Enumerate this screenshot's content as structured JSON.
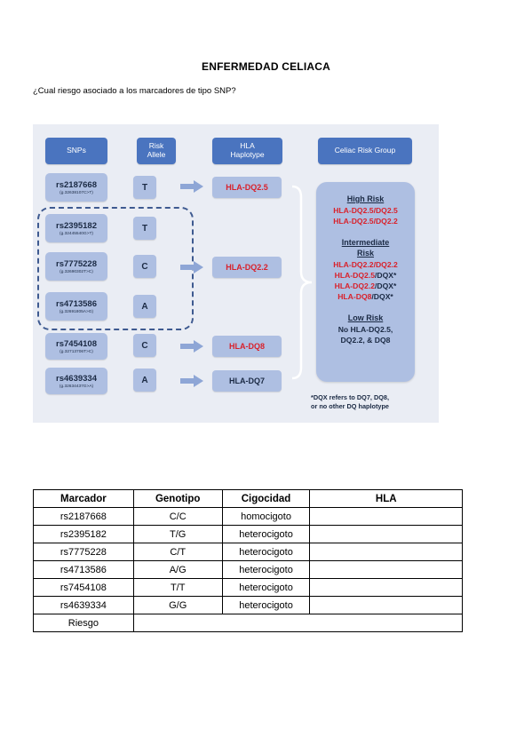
{
  "title": "ENFERMEDAD CELIACA",
  "question": "¿Cual riesgo asociado a los marcadores de tipo SNP?",
  "figure": {
    "headers": {
      "snps": "SNPs",
      "risk_allele": "Risk\nAllele",
      "hla_haplotype": "HLA\nHaplotype",
      "celiac_risk_group": "Celiac Risk Group"
    },
    "snps": [
      {
        "id": "rs2187668",
        "sub": "(g.32638107C>T)",
        "allele": "T"
      },
      {
        "id": "rs2395182",
        "sub": "(g.32445540G>T)",
        "allele": "T"
      },
      {
        "id": "rs7775228",
        "sub": "(g.32690302T>C)",
        "allele": "C"
      },
      {
        "id": "rs4713586",
        "sub": "(g.32691805A>G)",
        "allele": "A"
      },
      {
        "id": "rs7454108",
        "sub": "(g.32713706T>C)",
        "allele": "C"
      },
      {
        "id": "rs4639334",
        "sub": "(g.32634437G>A)",
        "allele": "A"
      }
    ],
    "haplotypes": {
      "dq25": "HLA-DQ2.5",
      "dq22": "HLA-DQ2.2",
      "dq8": "HLA-DQ8",
      "dq7": "HLA-DQ7"
    },
    "risk_panel": {
      "high_title": "High Risk",
      "high_1": "HLA-DQ2.5/DQ2.5",
      "high_2": "HLA-DQ2.5/DQ2.2",
      "intermediate_title_1": "Intermediate",
      "intermediate_title_2": "Risk",
      "int_1": "HLA-DQ2.2/DQ2.2",
      "int_2_red": "HLA-DQ2.5",
      "int_2_black": "/DQX*",
      "int_3_red": "HLA-DQ2.2",
      "int_3_black": "/DQX*",
      "int_4_red": "HLA-DQ8",
      "int_4_black": "/DQX*",
      "low_title": "Low Risk",
      "low_1": "No HLA-DQ2.5,",
      "low_2": "DQ2.2, & DQ8"
    },
    "footnote_1": "*DQX refers to DQ7, DQ8,",
    "footnote_2": "or no other DQ haplotype",
    "colors": {
      "header_blue": "#4a74bf",
      "box_blue": "#aebfe2",
      "risk_red": "#d9212b",
      "background": "#eaedf4"
    }
  },
  "table": {
    "headers": [
      "Marcador",
      "Genotipo",
      "Cigocidad",
      "HLA"
    ],
    "rows": [
      {
        "marcador": "rs2187668",
        "genotipo": "C/C",
        "cigocidad": "homocigoto",
        "hla": ""
      },
      {
        "marcador": "rs2395182",
        "genotipo": "T/G",
        "cigocidad": "heterocigoto",
        "hla": ""
      },
      {
        "marcador": "rs7775228",
        "genotipo": "C/T",
        "cigocidad": "heterocigoto",
        "hla": ""
      },
      {
        "marcador": "rs4713586",
        "genotipo": "A/G",
        "cigocidad": "heterocigoto",
        "hla": ""
      },
      {
        "marcador": "rs7454108",
        "genotipo": "T/T",
        "cigocidad": "heterocigoto",
        "hla": ""
      },
      {
        "marcador": "rs4639334",
        "genotipo": "G/G",
        "cigocidad": "heterocigoto",
        "hla": ""
      }
    ],
    "footer_label": "Riesgo",
    "footer_value": ""
  }
}
